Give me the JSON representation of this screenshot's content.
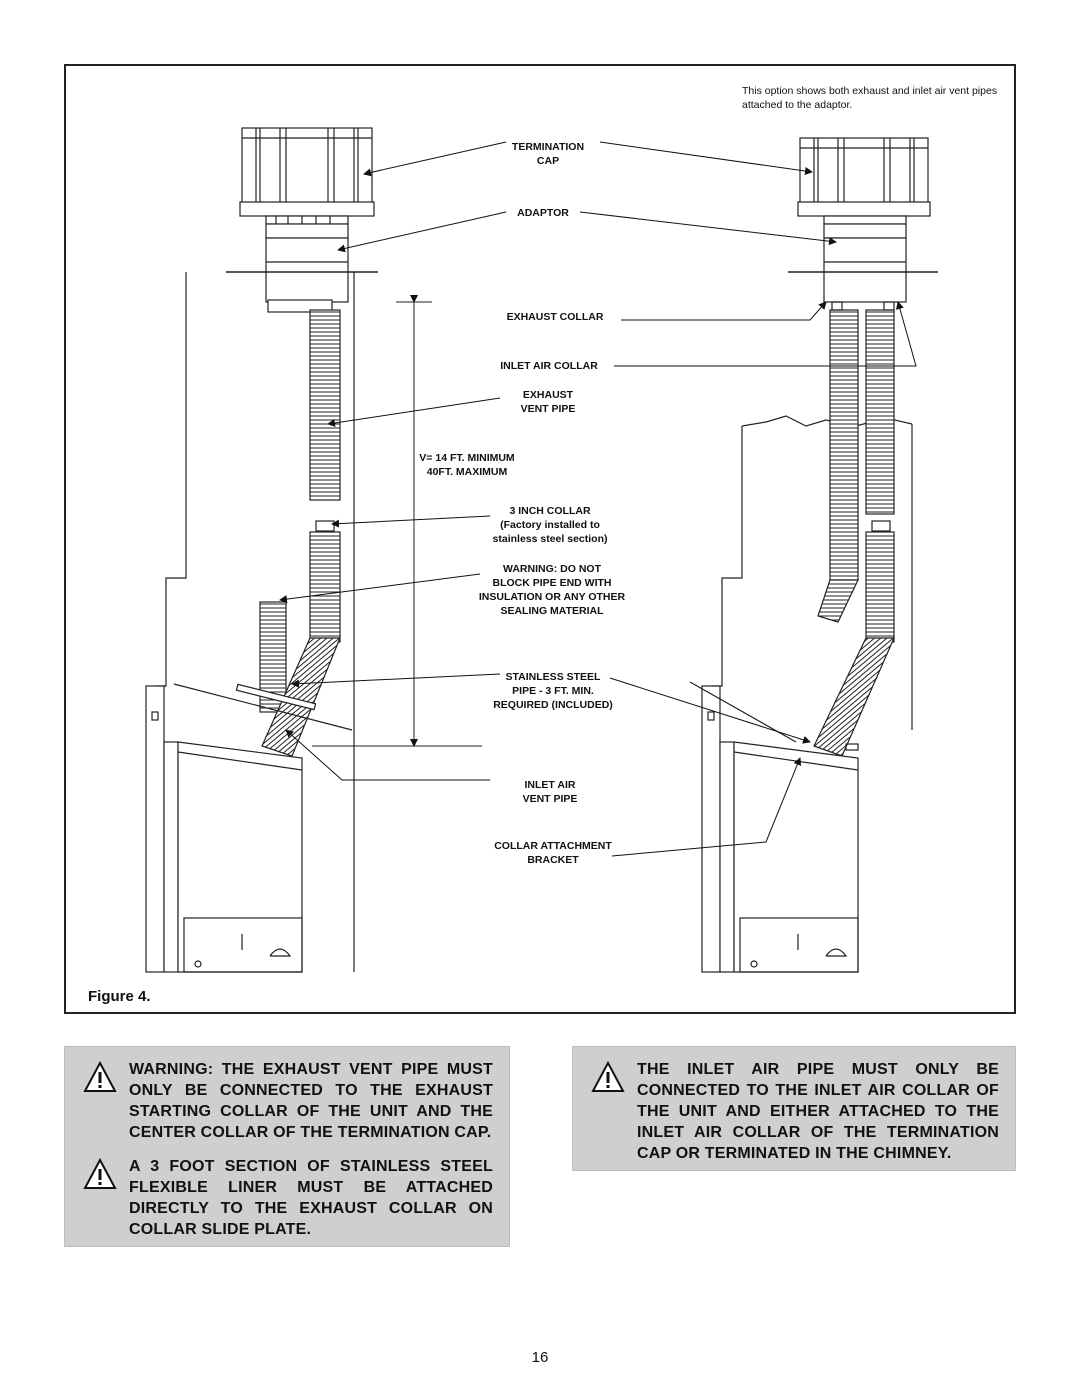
{
  "figure": {
    "caption": "Figure 4.",
    "note": "This option shows both exhaust and inlet air vent pipes attached to the adaptor.",
    "labels": {
      "termination_cap": "TERMINATION\nCAP",
      "adaptor": "ADAPTOR",
      "exhaust_collar": "EXHAUST COLLAR",
      "inlet_air_collar": "INLET AIR COLLAR",
      "exhaust_vent_pipe": "EXHAUST\nVENT PIPE",
      "v_length": "V= 14 FT. MINIMUM\n40FT. MAXIMUM",
      "three_inch_collar": "3 INCH COLLAR\n(Factory installed to\nstainless steel section)",
      "warning_block": "WARNING: DO NOT\nBLOCK PIPE END WITH\nINSULATION OR ANY OTHER\nSEALING MATERIAL",
      "stainless_pipe": "STAINLESS STEEL\nPIPE - 3 FT. MIN.\nREQUIRED (INCLUDED)",
      "inlet_air_vent_pipe": "INLET AIR\nVENT PIPE",
      "collar_bracket": "COLLAR ATTACHMENT\nBRACKET"
    }
  },
  "warnings_left": [
    {
      "icon": "warning-triangle-icon",
      "text": "WARNING: THE EXHAUST VENT PIPE MUST ONLY BE CONNECTED TO THE EXHAUST STARTING COLLAR OF THE UNIT AND THE CENTER COLLAR OF THE TERMINATION CAP."
    },
    {
      "icon": "warning-triangle-icon",
      "text": "A 3 FOOT SECTION OF STAINLESS STEEL FLEXIBLE LINER MUST BE ATTACHED DIRECTLY TO THE EXHAUST COLLAR ON COLLAR SLIDE PLATE."
    }
  ],
  "warnings_right": [
    {
      "icon": "warning-triangle-icon",
      "text": "THE INLET AIR PIPE MUST ONLY BE CONNECTED TO THE INLET AIR COLLAR OF THE UNIT AND EITHER ATTACHED TO THE INLET AIR COLLAR OF THE TERMINATION CAP OR TERMINATED IN THE CHIMNEY."
    }
  ],
  "page_number": "16"
}
